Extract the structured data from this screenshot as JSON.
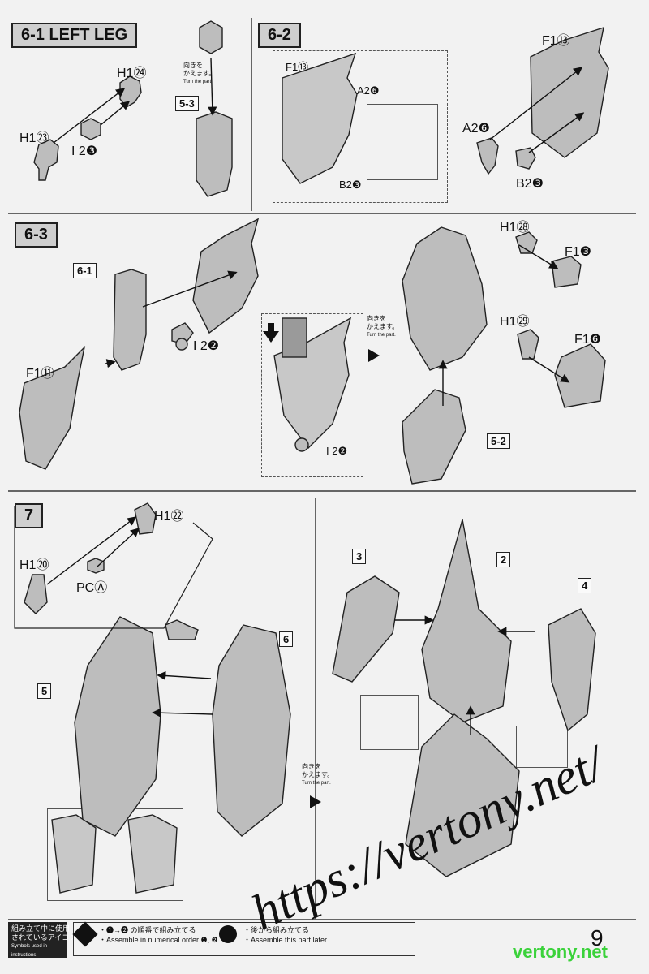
{
  "steps": {
    "s61": {
      "title": "6-1 LEFT LEG"
    },
    "s62": {
      "title": "6-2"
    },
    "s63": {
      "title": "6-3"
    },
    "s7": {
      "title": "7"
    }
  },
  "parts": {
    "h1_24": "H1㉔",
    "h1_23": "H1㉓",
    "i2_3": "I 2❸",
    "f1_13a": "F1⑬",
    "a2_6a": "A2❻",
    "b2_3a": "B2❸",
    "f1_13b": "F1⑬",
    "a2_6b": "A2❻",
    "b2_3b": "B2❸",
    "i2_2a": "I 2❷",
    "i2_2b": "I 2❷",
    "f1_11": "F1⑪",
    "h1_28": "H1㉘",
    "f1_3": "F1❸",
    "h1_29": "H1㉙",
    "f1_6": "F1❻",
    "h1_22": "H1㉒",
    "h1_20": "H1⑳",
    "pc_a": "PCⒶ"
  },
  "refs": {
    "r53": "5-3",
    "r61": "6-1",
    "r52": "5-2",
    "n5": "5",
    "n6": "6",
    "n3": "3",
    "n2": "2",
    "n4": "4"
  },
  "notes": {
    "turn_jp": "向きを\nかえます。",
    "turn_en": "Turn the part."
  },
  "footer": {
    "symbols_jp": "組み立て中に使用\nされているアイコン",
    "symbols_en": "Symbols used in instructions",
    "order_jp": "・❶→❷ の順番で組み立てる",
    "order_en": "・Assemble in numerical order ❶, ❷...",
    "later_jp": "・後から組み立てる",
    "later_en": "・Assemble this part later."
  },
  "page_number": "9",
  "watermark": {
    "main": "https://vertony.net/",
    "corner": "vertony.net"
  }
}
